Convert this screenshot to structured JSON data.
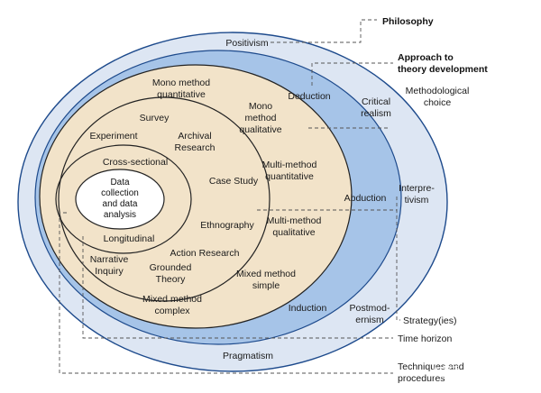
{
  "layers": {
    "philosophy": {
      "legend": "Philosophy",
      "labels": [
        "Positivism",
        "Critical realism",
        "Interpre-tivism",
        "Postmod-ernism",
        "Pragmatism"
      ]
    },
    "approach": {
      "legend": "Approach to theory development",
      "labels": [
        "Deduction",
        "Abduction",
        "Induction"
      ]
    },
    "choice": {
      "legend": "Methodological choice",
      "labels": [
        "Mono method quantitative",
        "Mono method qualitative",
        "Multi-method quantitative",
        "Multi-method qualitative",
        "Mixed method simple",
        "Mixed method complex"
      ]
    },
    "strategy": {
      "legend": "Strategy(ies)",
      "labels": [
        "Survey",
        "Experiment",
        "Archival Research",
        "Case Study",
        "Ethnography",
        "Action Research",
        "Grounded Theory",
        "Narrative Inquiry"
      ]
    },
    "time": {
      "legend": "Time horizon",
      "labels": [
        "Cross-sectional",
        "Longitudinal"
      ]
    },
    "core": {
      "legend": "Techniques and procedures",
      "label": "Data collection and data analysis"
    }
  },
  "watermark": "知乎 @大神刘航",
  "colors": {
    "outer_fill": "#dde6f3",
    "approach_fill": "#a6c4e8",
    "inner_fill": "#f2e3c9",
    "outline": "#1d4a8c",
    "dark_line": "#222222"
  }
}
